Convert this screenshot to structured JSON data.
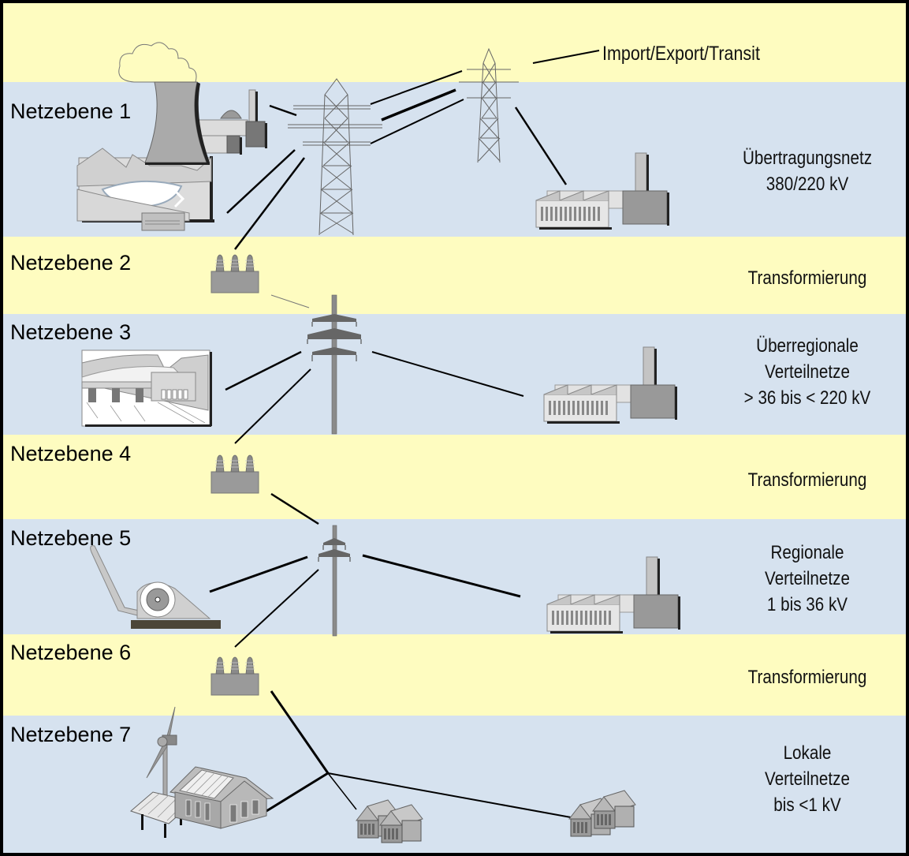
{
  "diagram": {
    "title": "Netzebenen der Stromversorgung",
    "import_label": "Import/Export/Transit",
    "colors": {
      "band_yellow": "#fefcc0",
      "band_blue": "#d6e2ef",
      "border": "#000000",
      "icon_gray": "#9a9a9a",
      "icon_dark": "#707070",
      "icon_light": "#dcdcdc"
    },
    "levels": [
      {
        "id": 1,
        "label": "Netzebene 1",
        "band": "blue",
        "description": [
          "Übertragungsnetz",
          "380/220 kV"
        ],
        "icons": [
          "cooling-tower",
          "nuclear-plant",
          "pumped-storage-plant",
          "lattice-pylon",
          "lattice-pylon",
          "factory"
        ]
      },
      {
        "id": 2,
        "label": "Netzebene 2",
        "band": "yellow",
        "description": [
          "Transformierung"
        ],
        "icons": [
          "transformer"
        ]
      },
      {
        "id": 3,
        "label": "Netzebene 3",
        "band": "blue",
        "description": [
          "Überregionale",
          "Verteilnetze",
          "> 36 bis < 220 kV"
        ],
        "icons": [
          "hydro-dam",
          "pylon-three-arm",
          "factory"
        ]
      },
      {
        "id": 4,
        "label": "Netzebene 4",
        "band": "yellow",
        "description": [
          "Transformierung"
        ],
        "icons": [
          "transformer"
        ]
      },
      {
        "id": 5,
        "label": "Netzebene 5",
        "band": "blue",
        "description": [
          "Regionale",
          "Verteilnetze",
          "1 bis 36 kV"
        ],
        "icons": [
          "water-turbine",
          "pylon-two-arm",
          "factory"
        ]
      },
      {
        "id": 6,
        "label": "Netzebene 6",
        "band": "yellow",
        "description": [
          "Transformierung"
        ],
        "icons": [
          "transformer"
        ]
      },
      {
        "id": 7,
        "label": "Netzebene 7",
        "band": "blue",
        "description": [
          "Lokale",
          "Verteilnetze",
          "bis <1 kV"
        ],
        "icons": [
          "wind-turbine",
          "solar-panel",
          "house-with-solar",
          "houses",
          "houses"
        ]
      }
    ]
  }
}
